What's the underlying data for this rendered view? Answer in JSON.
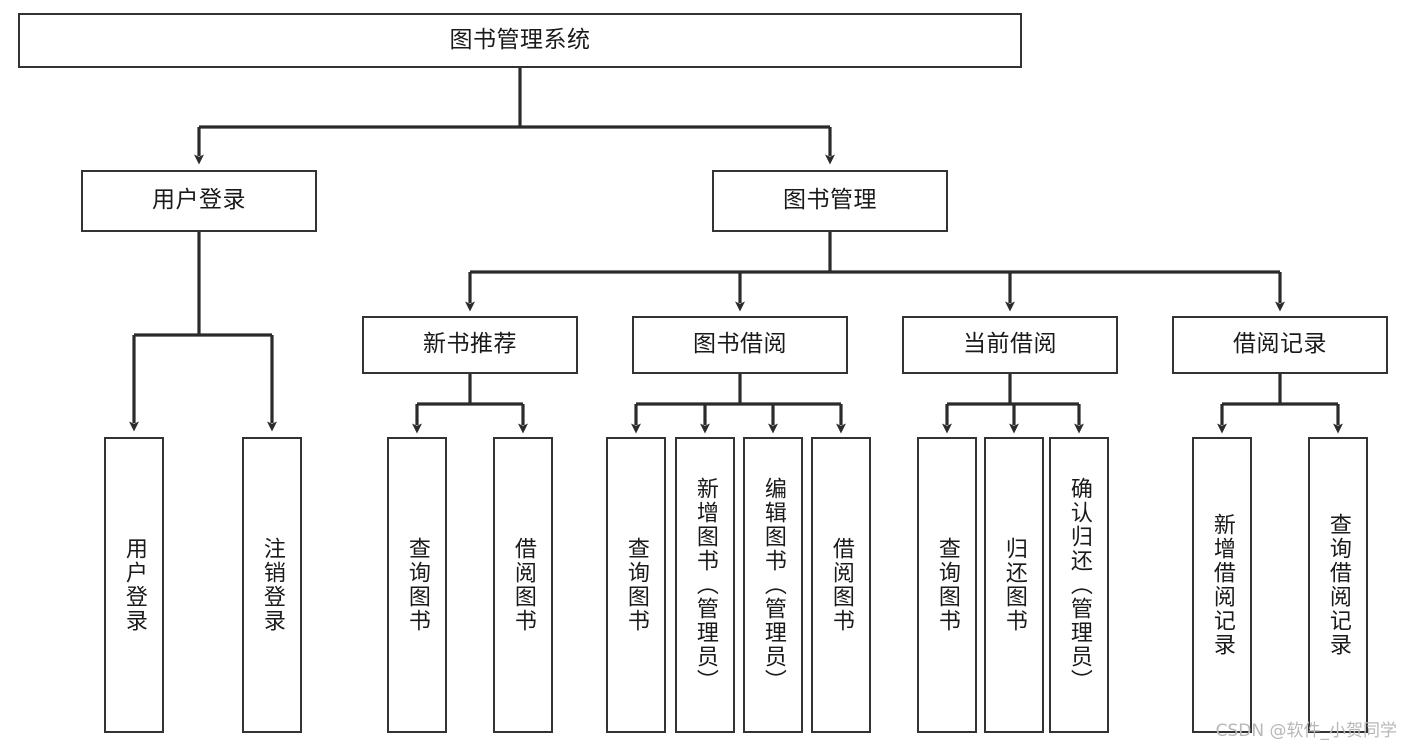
{
  "diagram": {
    "type": "tree-hierarchy-chart",
    "title": "图书管理系统",
    "watermark": "CSDN @软件_小贺同学",
    "colors": {
      "background": "#ffffff",
      "box_border": "#333333",
      "box_fill": "#ffffff",
      "connector": "#2b2b2b",
      "text": "#1a1a1a",
      "watermark": "#b8b8b8"
    }
  },
  "nodes": {
    "root": {
      "label": "图书管理系统"
    },
    "level2": [
      {
        "id": "user-login",
        "label": "用户登录"
      },
      {
        "id": "book-manage",
        "label": "图书管理"
      }
    ],
    "level3": [
      {
        "id": "new-book-recommend",
        "label": "新书推荐"
      },
      {
        "id": "book-borrow",
        "label": "图书借阅"
      },
      {
        "id": "current-borrow",
        "label": "当前借阅"
      },
      {
        "id": "borrow-record",
        "label": "借阅记录"
      }
    ],
    "leaves": {
      "user-login": [
        {
          "id": "leaf-user-login",
          "label": "用户登录"
        },
        {
          "id": "leaf-logout-login",
          "label": "注销登录"
        }
      ],
      "new-book-recommend": [
        {
          "id": "leaf-query-book-1",
          "label": "查询图书"
        },
        {
          "id": "leaf-borrow-book-1",
          "label": "借阅图书"
        }
      ],
      "book-borrow": [
        {
          "id": "leaf-query-book-2",
          "label": "查询图书"
        },
        {
          "id": "leaf-add-book-admin",
          "label": "新增图书（管理员）"
        },
        {
          "id": "leaf-edit-book-admin",
          "label": "编辑图书（管理员）"
        },
        {
          "id": "leaf-borrow-book-2",
          "label": "借阅图书"
        }
      ],
      "current-borrow": [
        {
          "id": "leaf-query-book-3",
          "label": "查询图书"
        },
        {
          "id": "leaf-return-book",
          "label": "归还图书"
        },
        {
          "id": "leaf-confirm-return-admin",
          "label": "确认归还（管理员）"
        }
      ],
      "borrow-record": [
        {
          "id": "leaf-add-borrow-record",
          "label": "新增借阅记录"
        },
        {
          "id": "leaf-query-borrow-record",
          "label": "查询借阅记录"
        }
      ]
    }
  }
}
